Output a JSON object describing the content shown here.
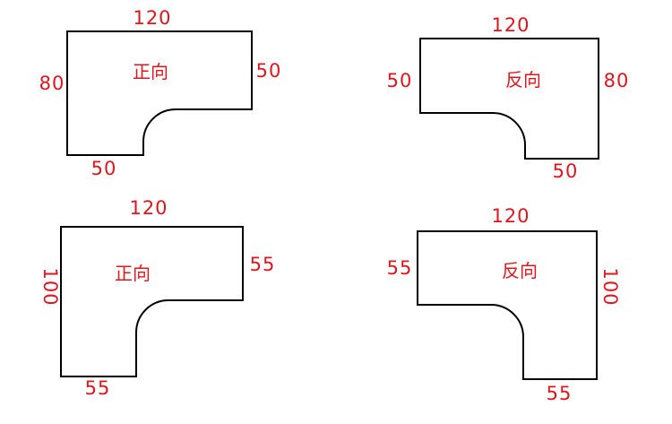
{
  "colors": {
    "label": "#e0161e",
    "outline": "#000000",
    "background": "#ffffff"
  },
  "shapes": [
    {
      "id": "top-left",
      "label": "正向",
      "dims": {
        "top": "120",
        "left": "80",
        "right": "50",
        "bottom": "50"
      }
    },
    {
      "id": "top-right",
      "label": "反向",
      "dims": {
        "top": "120",
        "left": "50",
        "right": "80",
        "bottom": "50"
      }
    },
    {
      "id": "bottom-left",
      "label": "正向",
      "dims": {
        "top": "120",
        "left": "100",
        "right": "55",
        "bottom": "55"
      }
    },
    {
      "id": "bottom-right",
      "label": "反向",
      "dims": {
        "top": "120",
        "left": "55",
        "right": "100",
        "bottom": "55"
      }
    }
  ]
}
